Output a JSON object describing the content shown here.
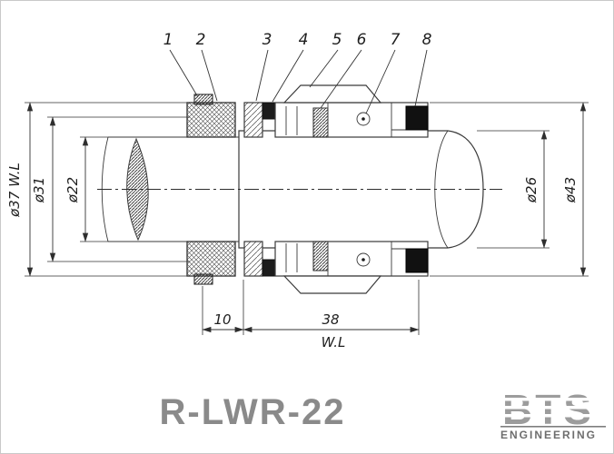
{
  "drawing": {
    "callouts": [
      "1",
      "2",
      "3",
      "4",
      "5",
      "6",
      "7",
      "8"
    ],
    "dims": {
      "left_outer": "ø37 W.L",
      "left_mid": "ø31",
      "left_inner": "ø22",
      "right_inner": "ø26",
      "right_outer": "ø43",
      "bottom_small": "10",
      "bottom_large": "38",
      "bottom_wl": "W.L"
    }
  },
  "footer": {
    "model": "R-LWR-22",
    "logo_brand": "BTS",
    "logo_subtitle": "ENGINEERING"
  }
}
